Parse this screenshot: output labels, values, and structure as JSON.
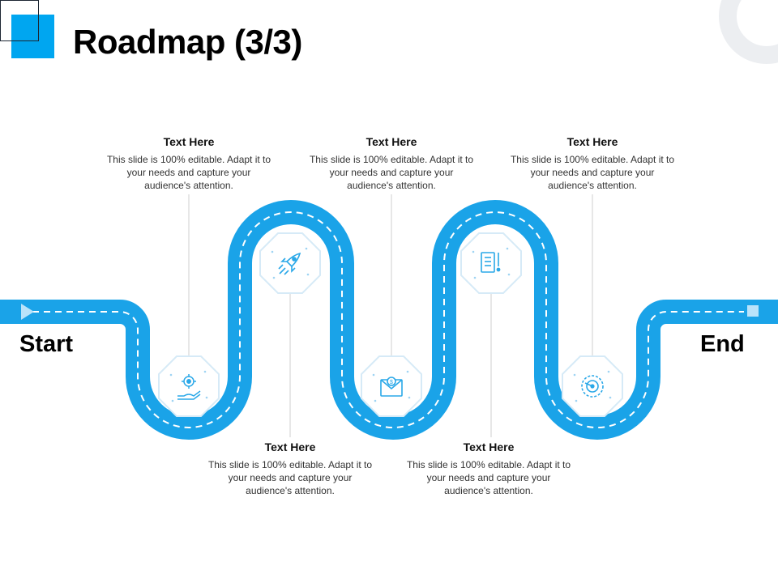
{
  "slide": {
    "title": "Roadmap (3/3)",
    "start_label": "Start",
    "end_label": "End"
  },
  "milestones": [
    {
      "title": "Text Here",
      "description": "This slide is 100% editable. Adapt it to your needs and capture your audience's attention.",
      "icon": "gear-hand-icon"
    },
    {
      "title": "Text Here",
      "description": "This slide is 100% editable. Adapt it to your needs and capture your audience's attention.",
      "icon": "rocket-icon"
    },
    {
      "title": "Text Here",
      "description": "This slide is 100% editable. Adapt it to your needs and capture your audience's attention.",
      "icon": "envelope-coin-icon"
    },
    {
      "title": "Text Here",
      "description": "This slide is 100% editable. Adapt it to your needs and capture your audience's attention.",
      "icon": "checklist-icon"
    },
    {
      "title": "Text Here",
      "description": "This slide is 100% editable. Adapt it to your needs and capture your audience's attention.",
      "icon": "gauge-dial-icon"
    }
  ],
  "colors": {
    "accent": "#00a6f0",
    "road": "#1aa3e8",
    "dash": "#ffffff",
    "badge_border": "#d6eaf7",
    "icon": "#2aa8e8",
    "leader_line": "#cfcfcf",
    "deco": "#eceef1"
  }
}
